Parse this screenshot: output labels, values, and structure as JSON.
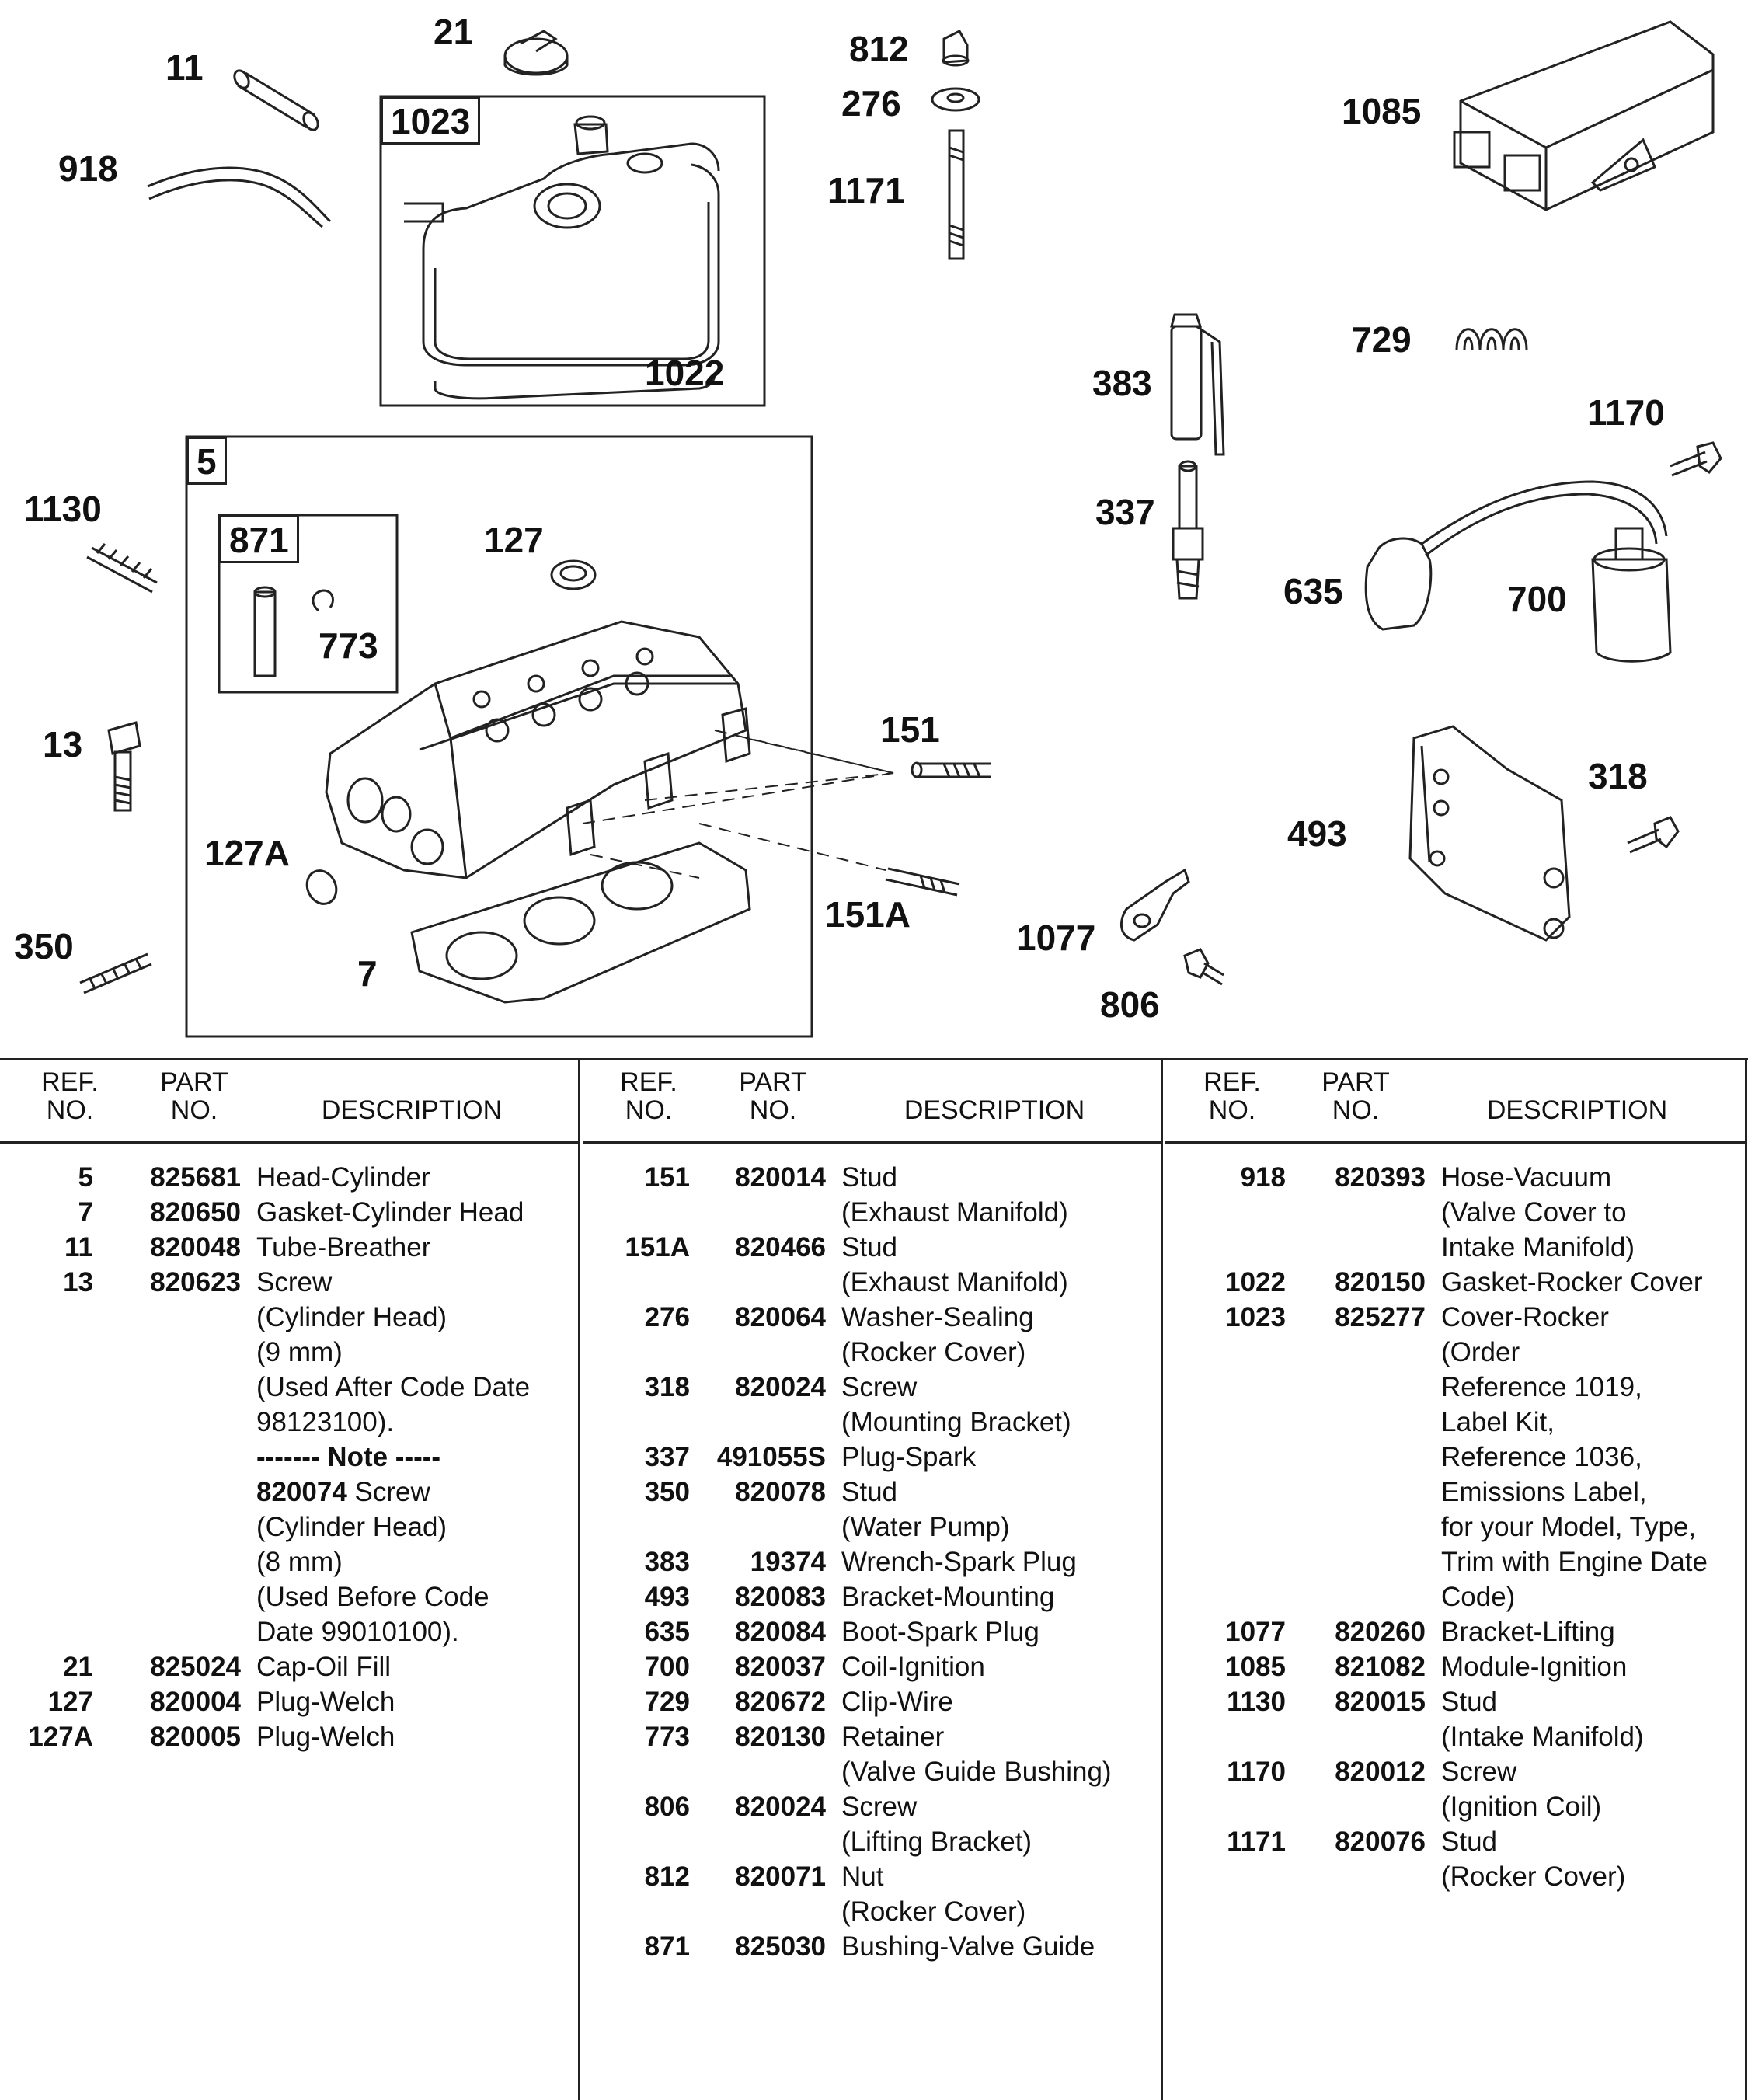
{
  "callouts": {
    "c11": "11",
    "c21": "21",
    "c812": "812",
    "c276": "276",
    "c1171": "1171",
    "c1085": "1085",
    "c918": "918",
    "c1022": "1022",
    "c729": "729",
    "c383": "383",
    "c1170": "1170",
    "c1130": "1130",
    "c127": "127",
    "c773": "773",
    "c337": "337",
    "c635": "635",
    "c700": "700",
    "c13": "13",
    "c151": "151",
    "c318": "318",
    "c493": "493",
    "c127a": "127A",
    "c151a": "151A",
    "c1077": "1077",
    "c350": "350",
    "c7": "7",
    "c806": "806"
  },
  "boxes": {
    "b1023": "1023",
    "b5": "5",
    "b871": "871"
  },
  "table": {
    "header": {
      "ref": "REF.\nNO.",
      "part": "PART\nNO.",
      "desc": "DESCRIPTION"
    },
    "columns": [
      [
        {
          "ref": "5",
          "part": "825681",
          "desc": "Head-Cylinder"
        },
        {
          "ref": "7",
          "part": "820650",
          "desc": "Gasket-Cylinder Head"
        },
        {
          "ref": "11",
          "part": "820048",
          "desc": "Tube-Breather"
        },
        {
          "ref": "13",
          "part": "820623",
          "desc": "Screw"
        },
        {
          "ref": "",
          "part": "",
          "desc": "(Cylinder Head)"
        },
        {
          "ref": "",
          "part": "",
          "desc": "(9 mm)"
        },
        {
          "ref": "",
          "part": "",
          "desc": "(Used After Code Date"
        },
        {
          "ref": "",
          "part": "",
          "desc": "98123100)."
        },
        {
          "ref": "",
          "part": "",
          "desc": "------- Note -----",
          "bold": true
        },
        {
          "ref": "",
          "part": "",
          "desc_bold": "820074",
          "desc": " Screw"
        },
        {
          "ref": "",
          "part": "",
          "desc": "(Cylinder Head)"
        },
        {
          "ref": "",
          "part": "",
          "desc": "(8 mm)"
        },
        {
          "ref": "",
          "part": "",
          "desc": "(Used Before Code"
        },
        {
          "ref": "",
          "part": "",
          "desc": "Date 99010100)."
        },
        {
          "ref": "21",
          "part": "825024",
          "desc": "Cap-Oil Fill"
        },
        {
          "ref": "127",
          "part": "820004",
          "desc": "Plug-Welch"
        },
        {
          "ref": "127A",
          "part": "820005",
          "desc": "Plug-Welch"
        }
      ],
      [
        {
          "ref": "151",
          "part": "820014",
          "desc": "Stud"
        },
        {
          "ref": "",
          "part": "",
          "desc": "(Exhaust Manifold)"
        },
        {
          "ref": "151A",
          "part": "820466",
          "desc": "Stud"
        },
        {
          "ref": "",
          "part": "",
          "desc": "(Exhaust Manifold)"
        },
        {
          "ref": "276",
          "part": "820064",
          "desc": "Washer-Sealing"
        },
        {
          "ref": "",
          "part": "",
          "desc": "(Rocker Cover)"
        },
        {
          "ref": "318",
          "part": "820024",
          "desc": "Screw"
        },
        {
          "ref": "",
          "part": "",
          "desc": "(Mounting Bracket)"
        },
        {
          "ref": "337",
          "part": "491055S",
          "desc": "Plug-Spark"
        },
        {
          "ref": "350",
          "part": "820078",
          "desc": "Stud"
        },
        {
          "ref": "",
          "part": "",
          "desc": "(Water Pump)"
        },
        {
          "ref": "383",
          "part": "19374",
          "desc": "Wrench-Spark Plug"
        },
        {
          "ref": "493",
          "part": "820083",
          "desc": "Bracket-Mounting"
        },
        {
          "ref": "635",
          "part": "820084",
          "desc": "Boot-Spark Plug"
        },
        {
          "ref": "700",
          "part": "820037",
          "desc": "Coil-Ignition"
        },
        {
          "ref": "729",
          "part": "820672",
          "desc": "Clip-Wire"
        },
        {
          "ref": "773",
          "part": "820130",
          "desc": "Retainer"
        },
        {
          "ref": "",
          "part": "",
          "desc": "(Valve Guide Bushing)"
        },
        {
          "ref": "806",
          "part": "820024",
          "desc": "Screw"
        },
        {
          "ref": "",
          "part": "",
          "desc": "(Lifting Bracket)"
        },
        {
          "ref": "812",
          "part": "820071",
          "desc": "Nut"
        },
        {
          "ref": "",
          "part": "",
          "desc": "(Rocker Cover)"
        },
        {
          "ref": "871",
          "part": "825030",
          "desc": "Bushing-Valve Guide"
        }
      ],
      [
        {
          "ref": "918",
          "part": "820393",
          "desc": "Hose-Vacuum"
        },
        {
          "ref": "",
          "part": "",
          "desc": "(Valve Cover to"
        },
        {
          "ref": "",
          "part": "",
          "desc": "Intake Manifold)"
        },
        {
          "ref": "1022",
          "part": "820150",
          "desc": "Gasket-Rocker Cover"
        },
        {
          "ref": "1023",
          "part": "825277",
          "desc": "Cover-Rocker"
        },
        {
          "ref": "",
          "part": "",
          "desc": "(Order"
        },
        {
          "ref": "",
          "part": "",
          "desc": "Reference 1019,"
        },
        {
          "ref": "",
          "part": "",
          "desc": "Label Kit,"
        },
        {
          "ref": "",
          "part": "",
          "desc": "Reference 1036,"
        },
        {
          "ref": "",
          "part": "",
          "desc": "Emissions Label,"
        },
        {
          "ref": "",
          "part": "",
          "desc": "for your Model, Type,"
        },
        {
          "ref": "",
          "part": "",
          "desc": "Trim with Engine Date"
        },
        {
          "ref": "",
          "part": "",
          "desc": "Code)"
        },
        {
          "ref": "1077",
          "part": "820260",
          "desc": "Bracket-Lifting"
        },
        {
          "ref": "1085",
          "part": "821082",
          "desc": "Module-Ignition"
        },
        {
          "ref": "1130",
          "part": "820015",
          "desc": "Stud"
        },
        {
          "ref": "",
          "part": "",
          "desc": "(Intake Manifold)"
        },
        {
          "ref": "1170",
          "part": "820012",
          "desc": "Screw"
        },
        {
          "ref": "",
          "part": "",
          "desc": "(Ignition Coil)"
        },
        {
          "ref": "1171",
          "part": "820076",
          "desc": "Stud"
        },
        {
          "ref": "",
          "part": "",
          "desc": "(Rocker Cover)"
        }
      ]
    ]
  }
}
